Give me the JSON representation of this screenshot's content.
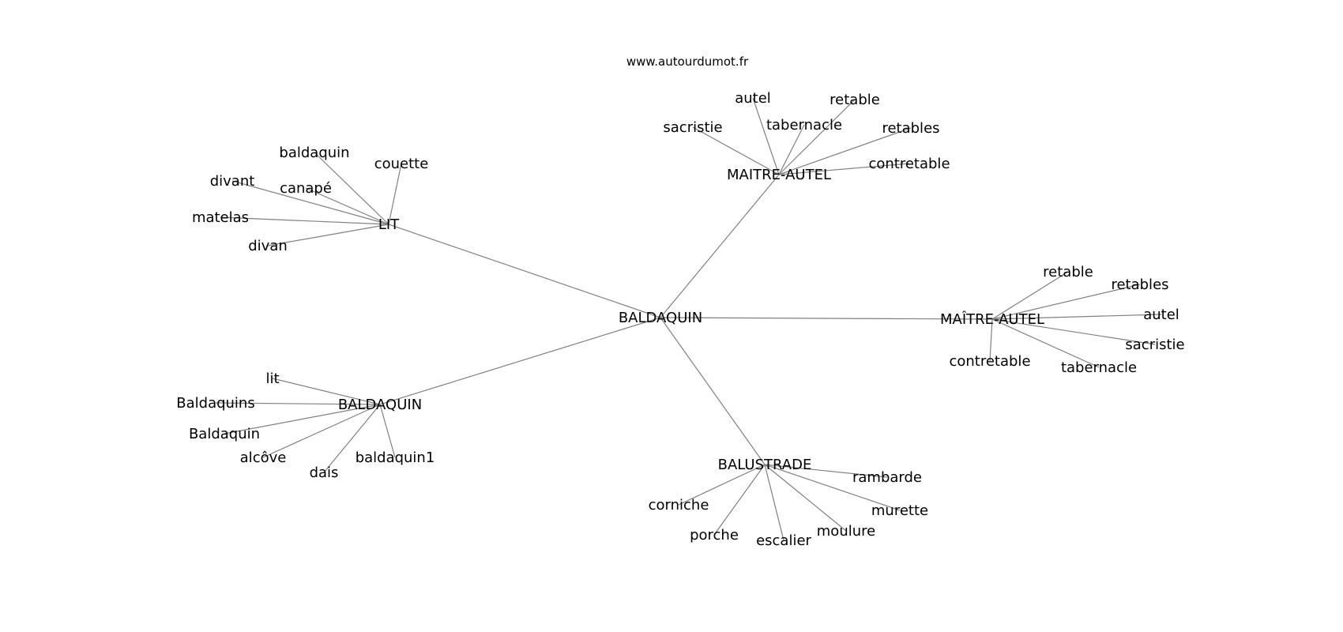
{
  "header": {
    "watermark": "www.autourdumot.fr"
  },
  "colors": {
    "edge": "#808080",
    "text": "#000000",
    "background": "#ffffff"
  },
  "graph": {
    "root": "BALDAQUIN",
    "clusters": [
      {
        "hub": "LIT",
        "leaves": [
          "baldaquin",
          "couette",
          "divant",
          "canapé",
          "matelas",
          "divan"
        ]
      },
      {
        "hub": "MAITRE-AUTEL",
        "leaves": [
          "autel",
          "retable",
          "sacristie",
          "tabernacle",
          "retables",
          "contretable"
        ]
      },
      {
        "hub": "MAÎTRE-AUTEL",
        "leaves": [
          "retable",
          "retables",
          "autel",
          "sacristie",
          "contretable",
          "tabernacle"
        ]
      },
      {
        "hub": "BALDAQUIN",
        "leaves": [
          "lit",
          "Baldaquins",
          "Baldaquin",
          "alcôve",
          "dais",
          "baldaquin1"
        ]
      },
      {
        "hub": "BALUSTRADE",
        "leaves": [
          "rambarde",
          "murette",
          "corniche",
          "porche",
          "escalier",
          "moulure"
        ]
      }
    ]
  }
}
